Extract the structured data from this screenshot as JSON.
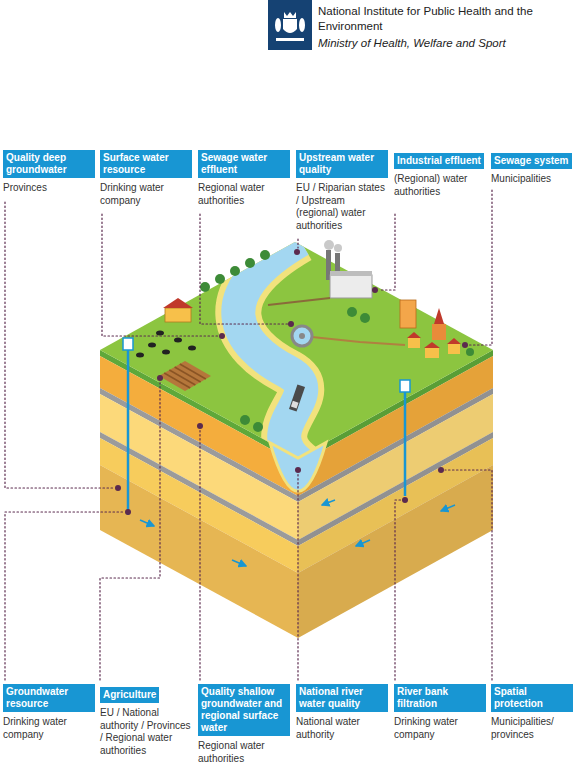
{
  "diagram": {
    "nodes": [
      {
        "text": [
          "Quality deep groundwater",
          "Provinces"
        ]
      },
      {
        "text": [
          "Surface water resource",
          "Drinking water company"
        ]
      },
      {
        "text": [
          "Sewage water effluent",
          "Regional water authorities"
        ]
      },
      {
        "text": [
          "Upstream water quality",
          "EU / Riparian states / Upstream (regional) water authorities"
        ]
      },
      {
        "text": [
          "Industrial effluent",
          "(Regional) water authorities"
        ]
      },
      {
        "text": [
          "Sewage system",
          "Municipalities"
        ]
      },
      {
        "text": [
          "Groundwater resource",
          "Drinking water company"
        ]
      },
      {
        "text": [
          "Agriculture",
          "EU / National authority / Provinces / Regional water authorities"
        ]
      },
      {
        "text": [
          "Quality shallow groundwater and regional surface water",
          "Regional water authorities"
        ]
      },
      {
        "text": [
          "National river water quality",
          "National water authority"
        ]
      },
      {
        "text": [
          "River bank filtration",
          "Drinking water company"
        ]
      },
      {
        "text": [
          "Spatial protection",
          "Municipalities/ provinces"
        ]
      }
    ],
    "labels": [
      "National Institute for Public Health and the Environment",
      "Ministry of Health, Welfare and Sport"
    ]
  }
}
